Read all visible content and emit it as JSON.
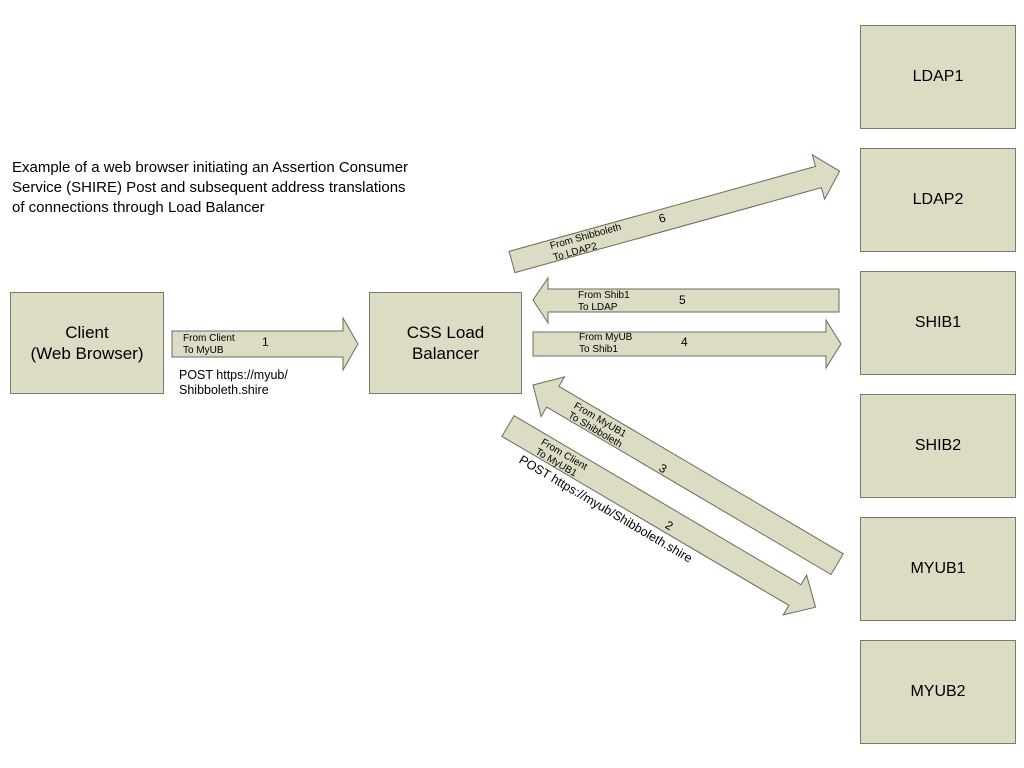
{
  "description": "Example of a web browser initiating an Assertion Consumer Service (SHIRE) Post and subsequent address translations of connections through Load Balancer",
  "nodes": {
    "client": {
      "line1": "Client",
      "line2": "(Web Browser)"
    },
    "lb": {
      "line1": "CSS Load",
      "line2": "Balancer"
    },
    "servers": [
      "LDAP1",
      "LDAP2",
      "SHIB1",
      "SHIB2",
      "MYUB1",
      "MYUB2"
    ]
  },
  "flows": [
    {
      "num": "1",
      "line1": "From Client",
      "line2": "To MyUB",
      "post": [
        "POST https://myub/",
        "Shibboleth.shire"
      ]
    },
    {
      "num": "2",
      "line1": "From Client",
      "line2": "To MyUB1",
      "post": [
        "POST https://myub/Shibboleth.shire"
      ]
    },
    {
      "num": "3",
      "line1": "From MyUB1",
      "line2": "To Shibboleth"
    },
    {
      "num": "4",
      "line1": "From MyUB",
      "line2": "To Shib1"
    },
    {
      "num": "5",
      "line1": "From Shib1",
      "line2": "To LDAP"
    },
    {
      "num": "6",
      "line1": "From Shibboleth",
      "line2": "To LDAP2"
    }
  ],
  "colors": {
    "fill": "#dcdcc4",
    "stroke": "#6b6b5a"
  }
}
